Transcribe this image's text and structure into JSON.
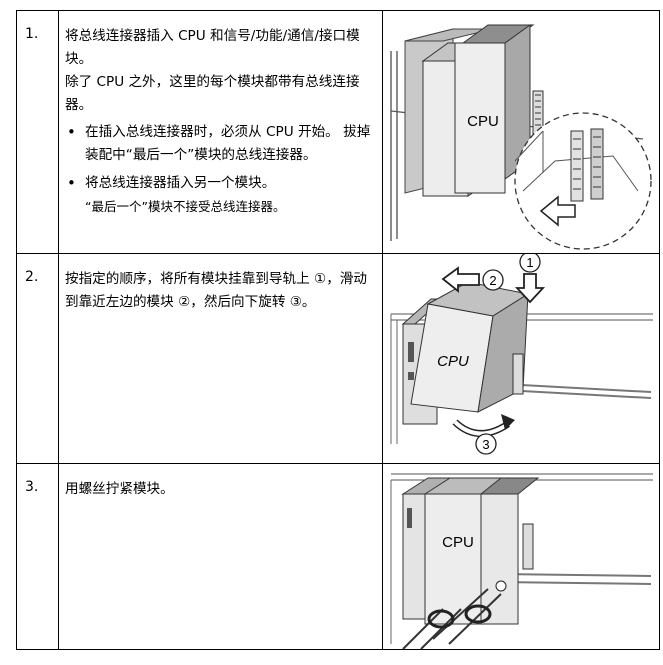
{
  "steps": [
    {
      "number": "1.",
      "paragraphs": [
        "将总线连接器插入 CPU 和信号/功能/通信/接口模块。",
        "除了 CPU 之外，这里的每个模块都带有总线连接器。"
      ],
      "bullets": [
        {
          "text": "在插入总线连接器时，必须从 CPU 开始。 拔掉装配中“最后一个”模块的总线连接器。"
        },
        {
          "text": "将总线连接器插入另一个模块。",
          "sub": "“最后一个”模块不接受总线连接器。"
        }
      ],
      "figure": {
        "cpu_label": "CPU"
      }
    },
    {
      "number": "2.",
      "paragraphs": [
        "按指定的顺序，将所有模块挂靠到导轨上 ①，滑动到靠近左边的模块 ②，然后向下旋转 ③。"
      ],
      "figure": {
        "cpu_label": "CPU",
        "callout_1": "1",
        "callout_2": "2",
        "callout_3": "3"
      }
    },
    {
      "number": "3.",
      "paragraphs": [
        "用螺丝拧紧模块。"
      ],
      "figure": {
        "cpu_label": "CPU"
      }
    }
  ]
}
